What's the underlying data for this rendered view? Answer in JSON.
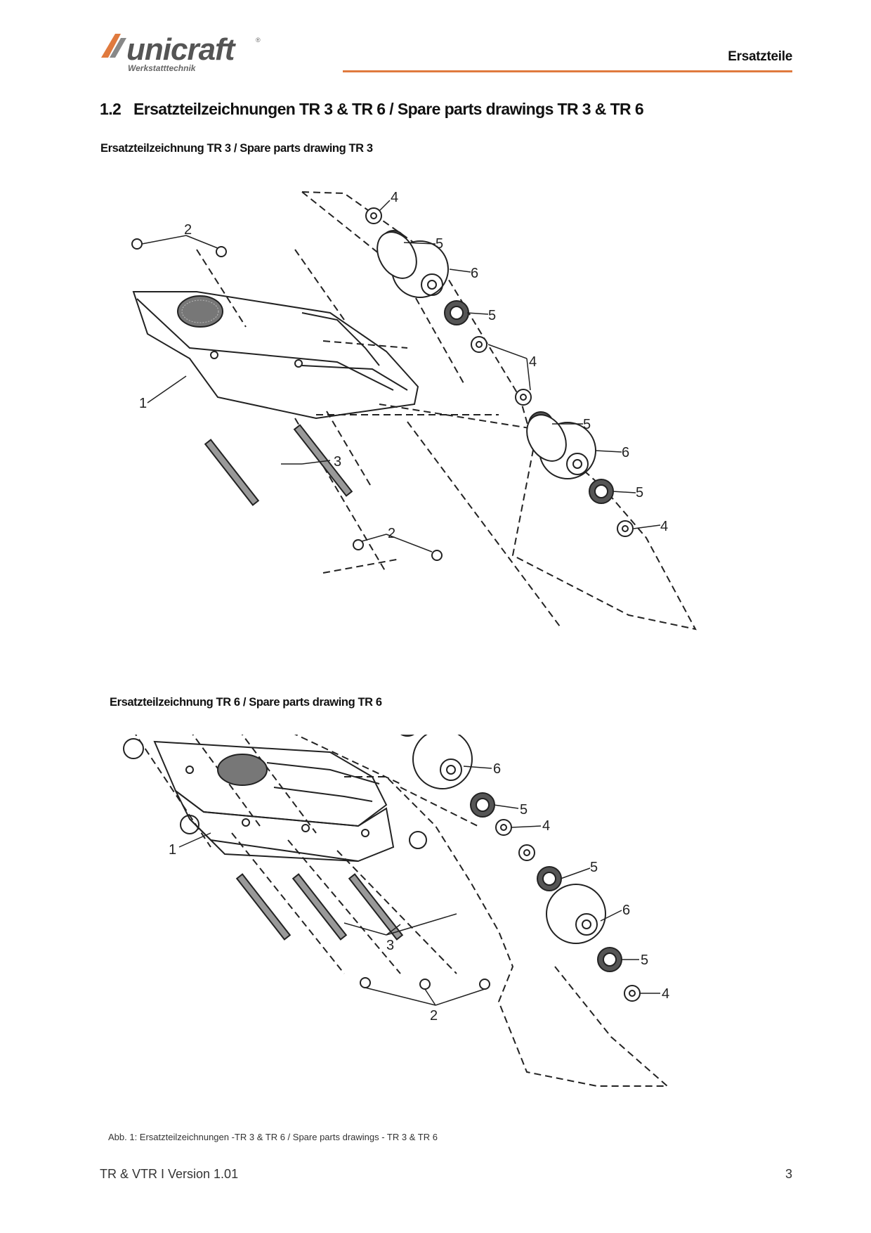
{
  "header": {
    "brand": "unicraft",
    "brand_tagline": "Werkstatttechnik",
    "brand_mark": "®",
    "section": "Ersatzteile"
  },
  "section": {
    "number": "1.2",
    "title": "Ersatzteilzeichnungen TR 3 & TR 6 / Spare parts drawings TR 3 & TR 6"
  },
  "drawings": [
    {
      "title": "Ersatzteilzeichnung TR 3 / Spare parts drawing TR 3"
    },
    {
      "title": "Ersatzteilzeichnung TR 6 / Spare parts drawing TR 6"
    }
  ],
  "caption": "Abb. 1: Ersatzteilzeichnungen -TR 3 & TR 6 / Spare parts drawings - TR 3 & TR 6",
  "footer": {
    "left": "TR & VTR I Version 1.01",
    "page": "3"
  },
  "colors": {
    "accent": "#e07a3e"
  }
}
